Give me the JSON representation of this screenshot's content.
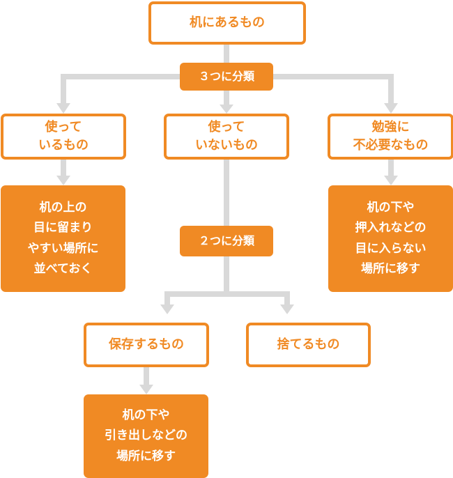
{
  "root": "机にあるもの",
  "split3": "３つに分類",
  "cat_using": "使って\nいるもの",
  "cat_not_using": "使って\nいないもの",
  "cat_not_needed": "勉強に\n不必要なもの",
  "action_using": "机の上の\n目に留まり\nやすい場所に\n並べておく",
  "split2": "２つに分類",
  "action_not_needed": "机の下や\n押入れなどの\n目に入らない\n場所に移す",
  "keep": "保存するもの",
  "discard": "捨てるもの",
  "action_keep": "机の下や\n引き出しなどの\n場所に移す",
  "colors": {
    "accent": "#f08a24",
    "connector": "#d9d9d9"
  }
}
